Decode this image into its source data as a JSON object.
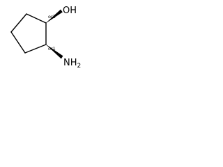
{
  "molecule": {
    "atoms": {
      "hydroxyl": "OH",
      "amine": "NH2"
    },
    "stereo_labels": {
      "c1": "or1",
      "c2": "or1"
    },
    "colors": {
      "bond": "#000000",
      "text": "#000000",
      "background": "#ffffff"
    }
  }
}
